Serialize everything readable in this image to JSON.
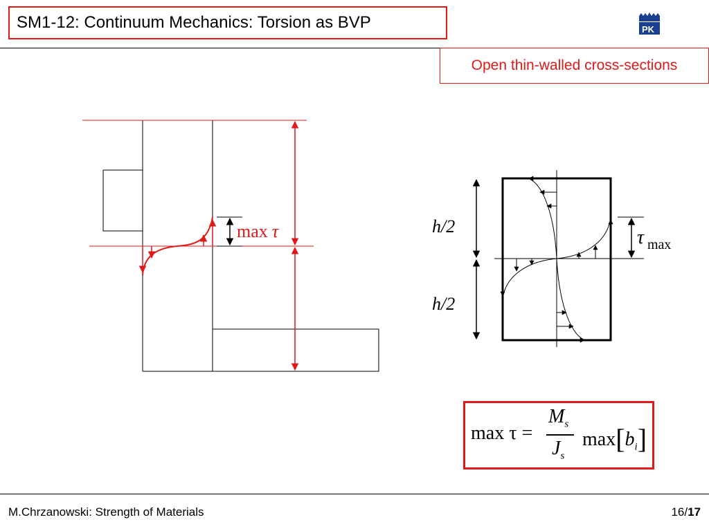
{
  "header": {
    "title": "SM1-12: Continuum Mechanics: Torsion as BVP",
    "logo_icon": "pk-university-logo-icon"
  },
  "subtitle": "Open thin-walled cross-sections",
  "left_figure": {
    "label_max": "max",
    "label_tau": "τ"
  },
  "right_figure": {
    "h_upper": "h/2",
    "h_lower": "h/2",
    "tau_symbol": "τ",
    "tau_sub": "max"
  },
  "formula": {
    "lhs": "max τ =",
    "num_var": "M",
    "num_sub": "s",
    "den_var": "J",
    "den_sub": "s",
    "rhs_func": "max",
    "bracket_open": "[",
    "rhs_var": "b",
    "rhs_sub": "i",
    "bracket_close": "]"
  },
  "footer": {
    "left": "M.Chrzanowski: Strength of Materials",
    "page_current": "16/",
    "page_total": "17"
  },
  "colors": {
    "accent_red": "#e01919",
    "text": "#000000"
  }
}
